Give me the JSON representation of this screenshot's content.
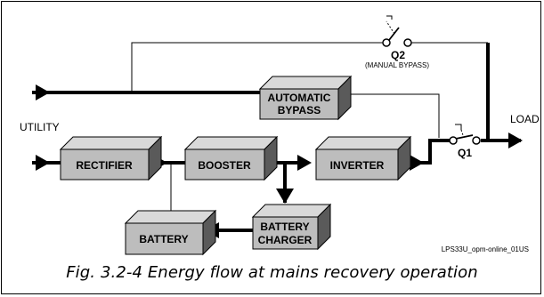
{
  "labels": {
    "utility": "UTILITY",
    "load": "LOAD",
    "q1": "Q1",
    "q2": "Q2",
    "manual_bypass": "(MANUAL BYPASS)",
    "source_ref": "LPS33U_opm-online_01US"
  },
  "blocks": {
    "rectifier": "RECTIFIER",
    "booster": "BOOSTER",
    "inverter": "INVERTER",
    "automatic_bypass_line1": "AUTOMATIC",
    "automatic_bypass_line2": "BYPASS",
    "battery": "BATTERY",
    "battery_charger_line1": "BATTERY",
    "battery_charger_line2": "CHARGER"
  },
  "caption": "Fig. 3.2-4   Energy flow at mains recovery operation"
}
